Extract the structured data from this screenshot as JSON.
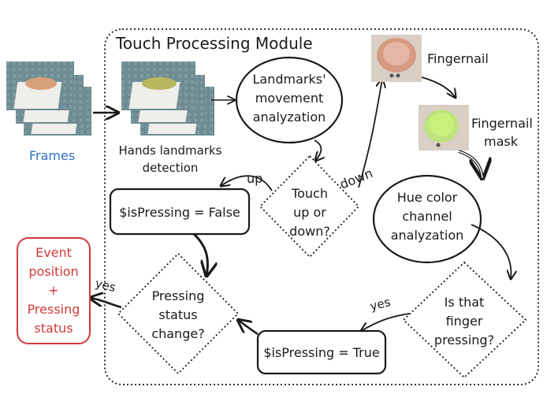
{
  "module": {
    "title": "Touch Processing Module"
  },
  "inputs": {
    "frames_label": "Frames",
    "landmarks_label": [
      "Hands landmarks",
      "detection"
    ]
  },
  "nodes": {
    "movement": [
      "Landmarks'",
      "movement",
      "analyzation"
    ],
    "touch": [
      "Touch",
      "up or",
      "down?"
    ],
    "pressing_false": "$isPressing = False",
    "status_change": [
      "Pressing",
      "status",
      "change?"
    ],
    "event": [
      "Event",
      "position",
      "+",
      "Pressing",
      "status"
    ],
    "fingernail": "Fingernail",
    "fingernail_mask": [
      "Fingernail",
      "mask"
    ],
    "hue": [
      "Hue color",
      "channel",
      "analyzation"
    ],
    "finger_pressing": [
      "Is that",
      "finger",
      "pressing?"
    ],
    "pressing_true": "$isPressing = True"
  },
  "edges": {
    "up": "up",
    "down": "down",
    "yes_right": "yes",
    "yes_left": "yes"
  },
  "colors": {
    "frames": "#2f6fc0",
    "event": "#d23a3a",
    "line": "#1a1a1a"
  }
}
